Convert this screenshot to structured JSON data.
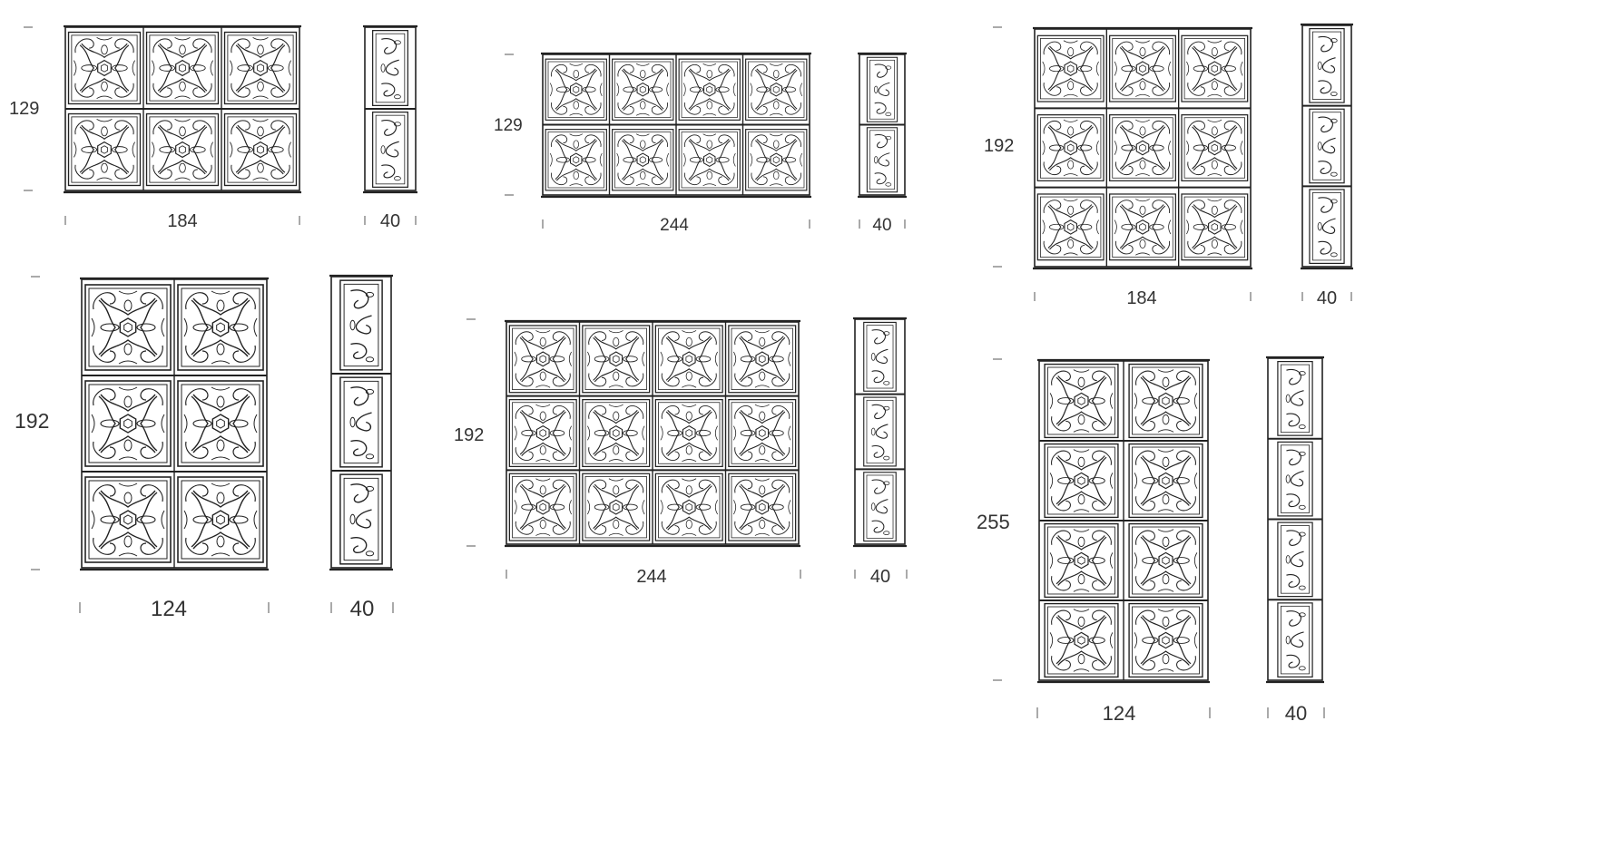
{
  "colors": {
    "line": "#222222",
    "text": "#333333",
    "background": "#ffffff"
  },
  "units": [
    {
      "id": "unit-a",
      "width_label": "184",
      "height_label": "129",
      "depth_label": "40",
      "cols": 3,
      "rows": 2
    },
    {
      "id": "unit-b",
      "width_label": "244",
      "height_label": "129",
      "depth_label": "40",
      "cols": 4,
      "rows": 2
    },
    {
      "id": "unit-c",
      "width_label": "184",
      "height_label": "192",
      "depth_label": "40",
      "cols": 3,
      "rows": 3
    },
    {
      "id": "unit-d",
      "width_label": "124",
      "height_label": "192",
      "depth_label": "40",
      "cols": 2,
      "rows": 3
    },
    {
      "id": "unit-e",
      "width_label": "244",
      "height_label": "192",
      "depth_label": "40",
      "cols": 4,
      "rows": 3
    },
    {
      "id": "unit-f",
      "width_label": "124",
      "height_label": "255",
      "depth_label": "40",
      "cols": 2,
      "rows": 4
    }
  ]
}
